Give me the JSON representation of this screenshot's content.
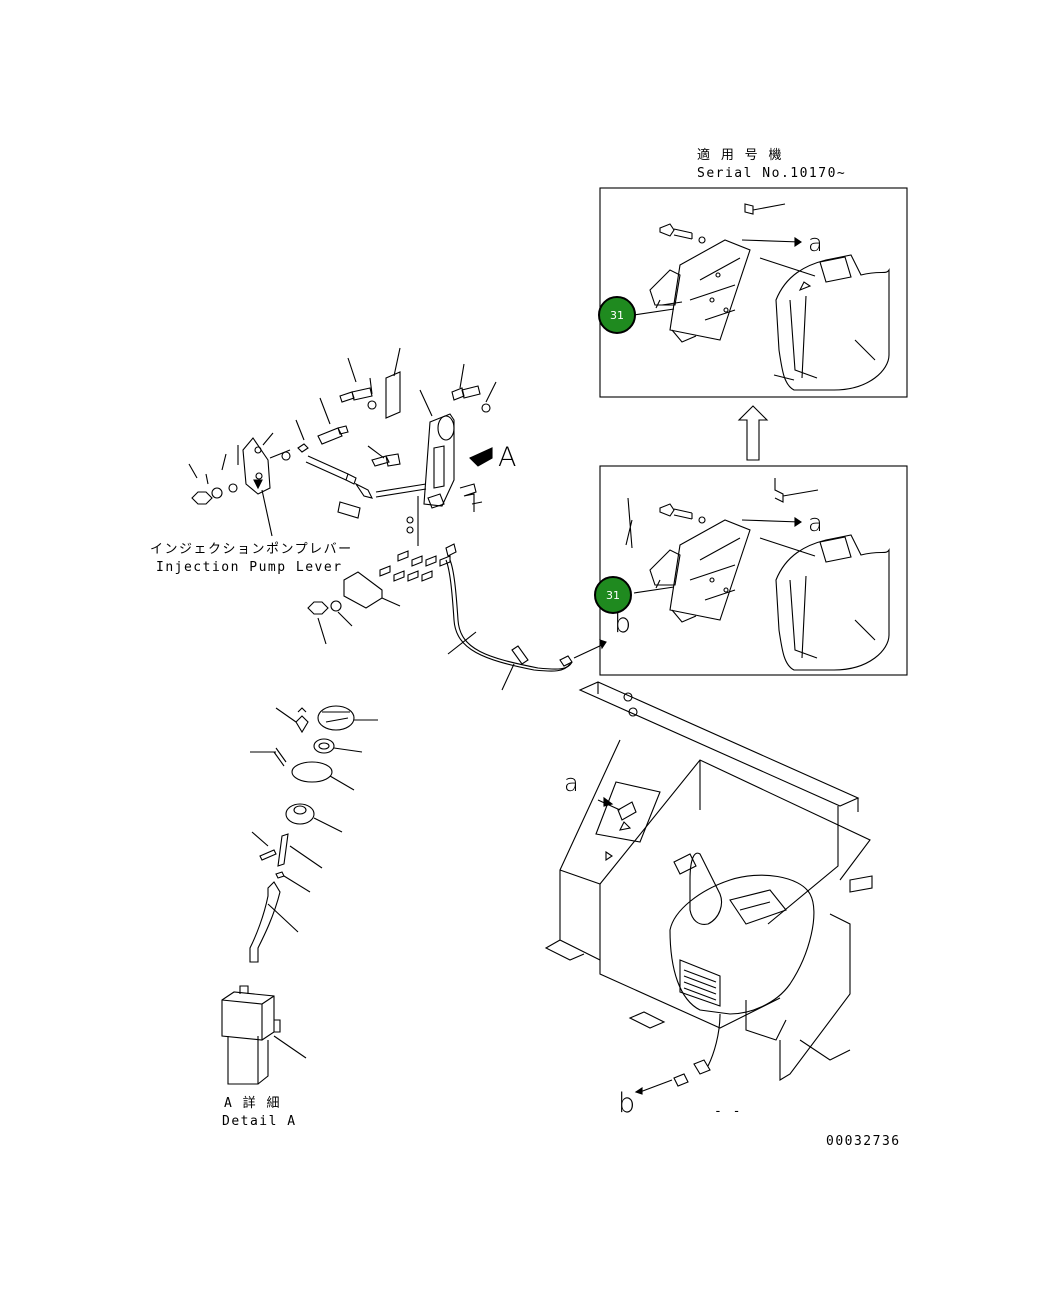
{
  "serial_box": {
    "applicable_models_jp": "適 用 号 機",
    "serial_text": "Serial No.10170~"
  },
  "callouts": {
    "part_number_badge_top": "31",
    "part_number_badge_bottom": "31"
  },
  "letters": {
    "a_top_inset": "a",
    "a_mid_inset": "a",
    "a_main": "a",
    "b_cable": "b",
    "b_main": "b",
    "A_view": "A"
  },
  "labels": {
    "injection_pump_lever_jp": "インジェクションポンプレバー",
    "injection_pump_lever_en": "Injection Pump Lever",
    "detail_a_jp": "A 詳 細",
    "detail_a_en": "Detail A",
    "drawing_number": "00032736",
    "dash_mark": "- -"
  },
  "colors": {
    "badge_fill": "#1f8a1f",
    "line": "#000000"
  }
}
